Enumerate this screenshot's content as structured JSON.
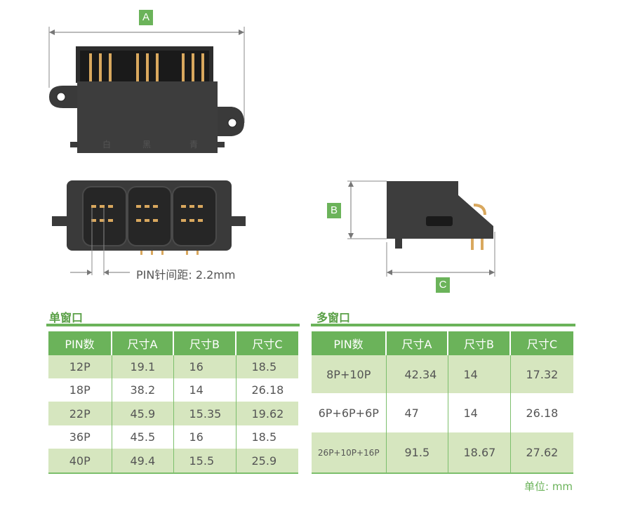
{
  "dimensions": {
    "a": "A",
    "b": "B",
    "c": "C"
  },
  "housing_marks": [
    "白",
    "黑",
    "青"
  ],
  "pin_pitch_label": "PIN针间距: 2.2mm",
  "single_window": {
    "title": "单窗口",
    "headers": [
      "PIN数",
      "尺寸A",
      "尺寸B",
      "尺寸C"
    ],
    "rows": [
      [
        "12P",
        "19.1",
        "16",
        "18.5"
      ],
      [
        "18P",
        "38.2",
        "14",
        "26.18"
      ],
      [
        "22P",
        "45.9",
        "15.35",
        "19.62"
      ],
      [
        "36P",
        "45.5",
        "16",
        "18.5"
      ],
      [
        "40P",
        "49.4",
        "15.5",
        "25.9"
      ]
    ]
  },
  "multi_window": {
    "title": "多窗口",
    "headers": [
      "PIN数",
      "尺寸A",
      "尺寸B",
      "尺寸C"
    ],
    "rows": [
      [
        "8P+10P",
        "42.34",
        "14",
        "17.32"
      ],
      [
        "6P+6P+6P",
        "47",
        "14",
        "26.18"
      ],
      [
        "26P+10P+16P",
        "91.5",
        "18.67",
        "27.62"
      ]
    ]
  },
  "unit_label": "单位: mm",
  "colors": {
    "accent": "#6bb35a",
    "row_shade": "#d6e6bf",
    "housing": "#3a3a3a",
    "pin": "#d9a85e"
  }
}
